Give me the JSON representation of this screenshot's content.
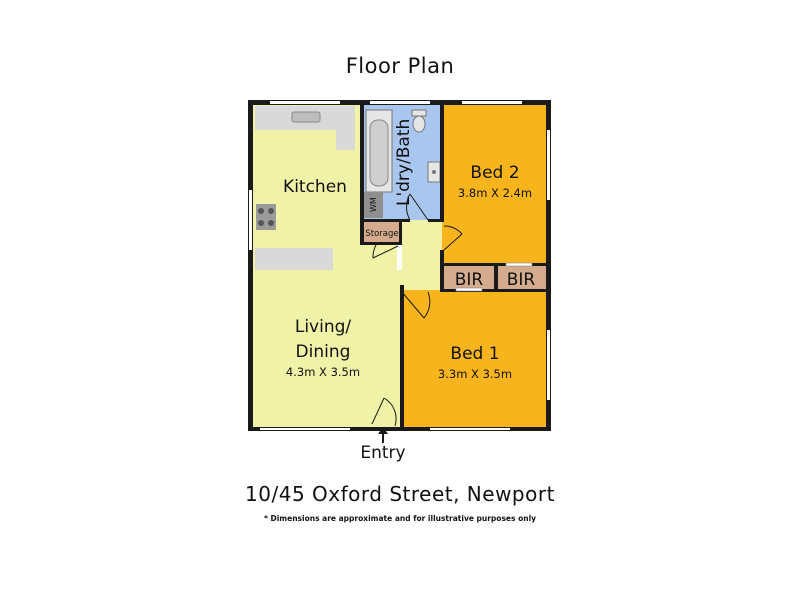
{
  "title": "Floor Plan",
  "address": "10/45 Oxford Street, Newport",
  "disclaimer": "* Dimensions are approximate and for illustrative purposes only",
  "colors": {
    "living": "#f0f2a8",
    "bedroom": "#f7b41c",
    "bath": "#a9c6ee",
    "robe": "#d4ac8d",
    "storage": "#d4ac8d",
    "bench": "#d9d9d9",
    "wall": "#1a1a1a"
  },
  "rooms": {
    "kitchen": {
      "name": "Kitchen"
    },
    "living_line1": "Living/",
    "living_line2": "Dining",
    "living_dims": "4.3m X 3.5m",
    "laundry_bath": "L'dry/Bath",
    "washing_machine": "WM",
    "storage": "Storage",
    "bed2": {
      "name": "Bed 2",
      "dims": "3.8m X 2.4m"
    },
    "bed1": {
      "name": "Bed 1",
      "dims": "3.3m X 3.5m"
    },
    "bir_left": "BIR",
    "bir_right": "BIR"
  },
  "entry": {
    "label": "Entry",
    "arrow": "up-arrow-icon"
  }
}
